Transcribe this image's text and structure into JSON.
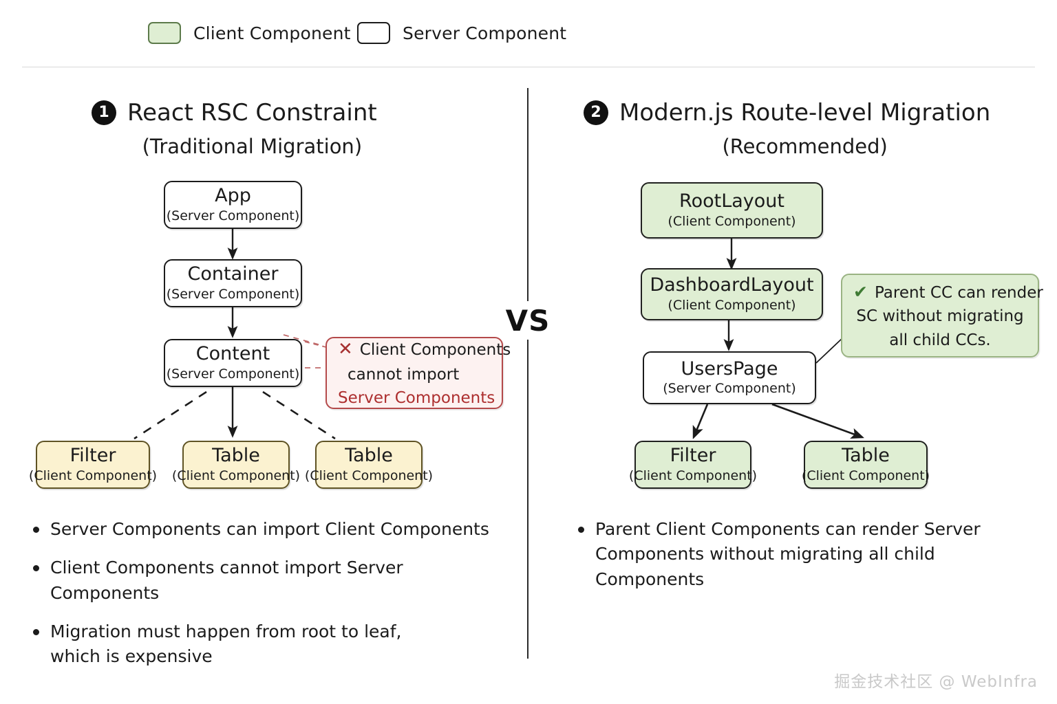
{
  "legend": {
    "items": [
      {
        "id": "client",
        "label": "Client Component",
        "swatch": "#dfeed3"
      },
      {
        "id": "server",
        "label": "Server Component",
        "swatch": "#ffffff"
      }
    ]
  },
  "divider": {
    "vs_label": "VS"
  },
  "columns": [
    {
      "id": "react-rsc-constraint",
      "number": "1",
      "title": "React RSC Constraint",
      "subtitle": "(Traditional Migration)",
      "nodes": [
        {
          "id": "app",
          "title": "App",
          "sub": "(Server Component)",
          "kind": "server"
        },
        {
          "id": "container",
          "title": "Container",
          "sub": "(Server Component)",
          "kind": "server"
        },
        {
          "id": "content",
          "title": "Content",
          "sub": "(Server Component)",
          "kind": "server"
        },
        {
          "id": "filter",
          "title": "Filter",
          "sub": "(Client Component)",
          "kind": "client-yellow"
        },
        {
          "id": "table-1",
          "title": "Table",
          "sub": "(Client Component)",
          "kind": "client-yellow"
        },
        {
          "id": "table-2",
          "title": "Table",
          "sub": "(Client Component)",
          "kind": "client-yellow"
        }
      ],
      "callout": {
        "id": "error",
        "mark": "✕",
        "lines": [
          {
            "text": "Client Components",
            "accent": false
          },
          {
            "text": "cannot import",
            "accent": false
          },
          {
            "text": "Server Components",
            "accent": true
          }
        ],
        "border_color": "#b4494a",
        "fill_color": "#fdf2f1",
        "accent_color": "#ad2f2f"
      },
      "bullets": [
        "Server Components can import Client Components",
        "Client Components cannot import Server Components",
        "Migration must happen from root to leaf,\nwhich is expensive"
      ]
    },
    {
      "id": "modernjs-route-level-migration",
      "number": "2",
      "title": "Modern.js Route-level Migration",
      "subtitle": "(Recommended)",
      "nodes": [
        {
          "id": "rootlayout",
          "title": "RootLayout",
          "sub": "(Client Component)",
          "kind": "client-green"
        },
        {
          "id": "dashboardlayout",
          "title": "DashboardLayout",
          "sub": "(Client Component)",
          "kind": "client-green"
        },
        {
          "id": "userspage",
          "title": "UsersPage",
          "sub": "(Server Component)",
          "kind": "server"
        },
        {
          "id": "filter",
          "title": "Filter",
          "sub": "(Client Component)",
          "kind": "client-green"
        },
        {
          "id": "table",
          "title": "Table",
          "sub": "(Client Component)",
          "kind": "client-green"
        }
      ],
      "callout": {
        "id": "ok",
        "mark": "✔",
        "lines": [
          {
            "text": "Parent CC can render",
            "accent": false
          },
          {
            "text": "SC without migrating",
            "accent": false
          },
          {
            "text": "all child CCs.",
            "accent": false
          }
        ],
        "border_color": "#9ab383",
        "fill_color": "#dfeed3",
        "accent_color": "#3f7b34"
      },
      "bullets": [
        "Parent Client Components can render Server\nComponents without migrating all child Components"
      ]
    }
  ],
  "watermark": "掘金技术社区 @ WebInfra"
}
